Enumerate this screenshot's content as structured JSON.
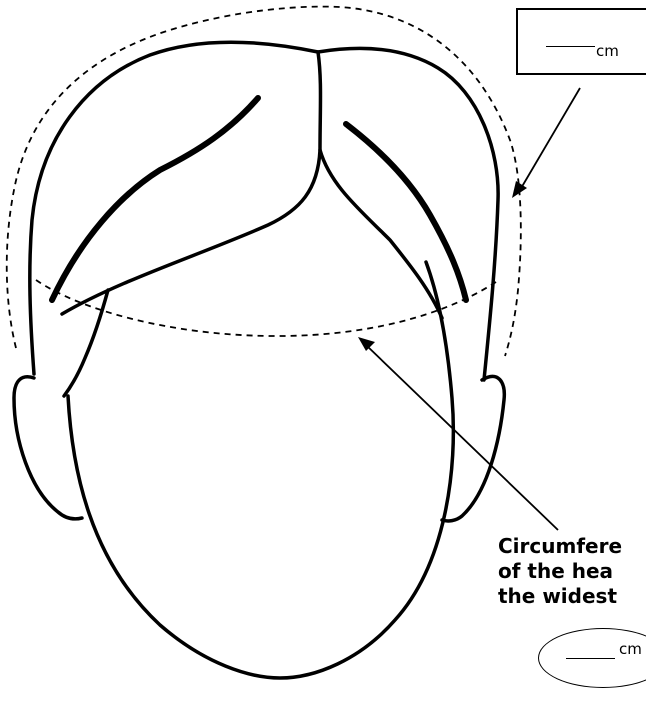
{
  "top_measure": {
    "unit": "cm",
    "icon": "blank-line-icon"
  },
  "caption": {
    "line1": "Circumfere",
    "line2": "of  the hea",
    "line3": "the widest"
  },
  "bottom_measure": {
    "unit": "cm",
    "icon": "blank-line-icon"
  },
  "colors": {
    "ink": "#000000",
    "background": "#ffffff"
  }
}
